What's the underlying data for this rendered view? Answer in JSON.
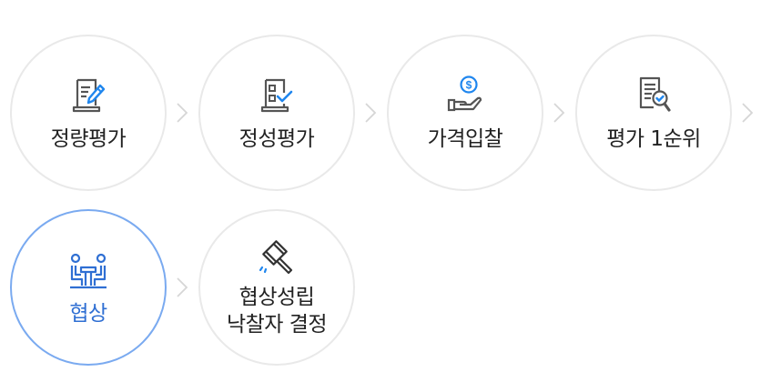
{
  "process": {
    "colors": {
      "accent": "#1f86ee",
      "active_border": "#7aaaf0",
      "active_text": "#2f6fd3",
      "circle_border": "#e9e9e9",
      "icon_gray": "#555555",
      "chevron": "#d6d6d6",
      "text": "#222222"
    },
    "steps": [
      {
        "label": "정량평가",
        "icon": "document-pencil-icon",
        "active": false
      },
      {
        "label": "정성평가",
        "icon": "checklist-document-icon",
        "active": false
      },
      {
        "label": "가격입찰",
        "icon": "hand-dollar-coin-icon",
        "active": false
      },
      {
        "label": "평가 1순위",
        "icon": "document-magnifier-check-icon",
        "active": false
      },
      {
        "label": "협상",
        "icon": "meeting-table-icon",
        "active": true
      },
      {
        "label": "협상성립\n낙찰자 결정",
        "icon": "gavel-icon",
        "active": false
      }
    ]
  }
}
